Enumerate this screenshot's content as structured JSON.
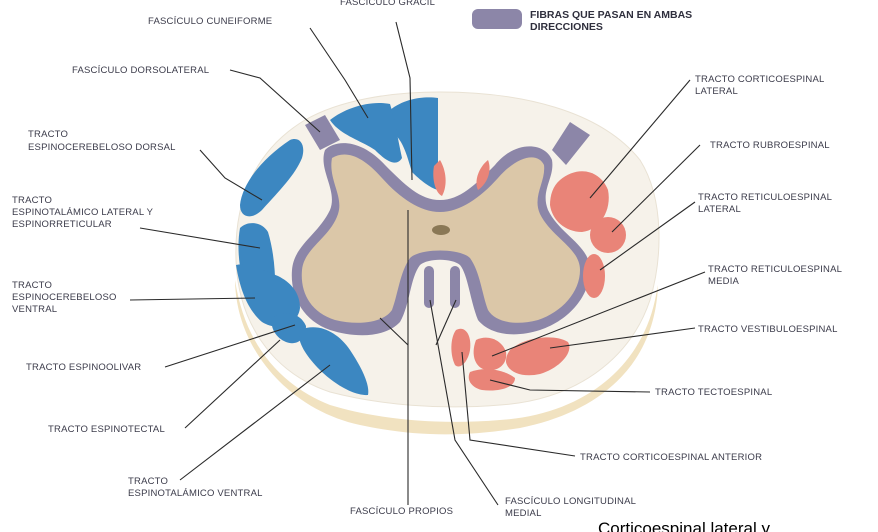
{
  "legend": {
    "text_line1": "FIBRAS QUE PASAN EN AMBAS",
    "text_line2": "DIRECCIONES",
    "swatch_color": "#8c86a8"
  },
  "colors": {
    "ascending": "#3c87c1",
    "descending": "#e98478",
    "bidirectional": "#8c86a8",
    "gray_matter": "#dbc7a8",
    "outer_ring": "#f1e2c0"
  },
  "labels": {
    "gracil": "FASCÍCULO GRÁCIL",
    "cuneiforme": "FASCÍCULO CUNEIFORME",
    "dorsolateral": "FASCÍCULO DORSOLATERAL",
    "espinocerebeloso_dorsal_1": "TRACTO",
    "espinocerebeloso_dorsal_2": "ESPINOCEREBELOSO DORSAL",
    "espinotalamico_lateral_1": "TRACTO",
    "espinotalamico_lateral_2": "ESPINOTALÁMICO LATERAL Y",
    "espinotalamico_lateral_3": "ESPINORRETICULAR",
    "espinocerebeloso_ventral_1": "TRACTO",
    "espinocerebeloso_ventral_2": "ESPINOCEREBELOSO",
    "espinocerebeloso_ventral_3": "VENTRAL",
    "espinoolivar": "TRACTO ESPINOOLIVAR",
    "espinotectal": "TRACTO ESPINOTECTAL",
    "espinotalamico_ventral_1": "TRACTO",
    "espinotalamico_ventral_2": "ESPINOTALÁMICO VENTRAL",
    "propios": "FASCÍCULO PROPIOS",
    "longitudinal_1": "FASCÍCULO LONGITUDINAL",
    "longitudinal_2": "MEDIAL",
    "corticoespinal_anterior": "TRACTO CORTICOESPINAL ANTERIOR",
    "tectoespinal": "TRACTO TECTOESPINAL",
    "vestibuloespinal": "TRACTO VESTIBULOESPINAL",
    "reticuloespinal_media_1": "TRACTO RETICULOESPINAL",
    "reticuloespinal_media_2": "MEDIA",
    "reticuloespinal_lateral_1": "TRACTO RETICULOESPINAL",
    "reticuloespinal_lateral_2": "LATERAL",
    "rubroespinal": "TRACTO RUBROESPINAL",
    "corticoespinal_lateral_1": "TRACTO CORTICOESPINAL",
    "corticoespinal_lateral_2": "LATERAL"
  },
  "caption": "Corticoespinal lateral y"
}
